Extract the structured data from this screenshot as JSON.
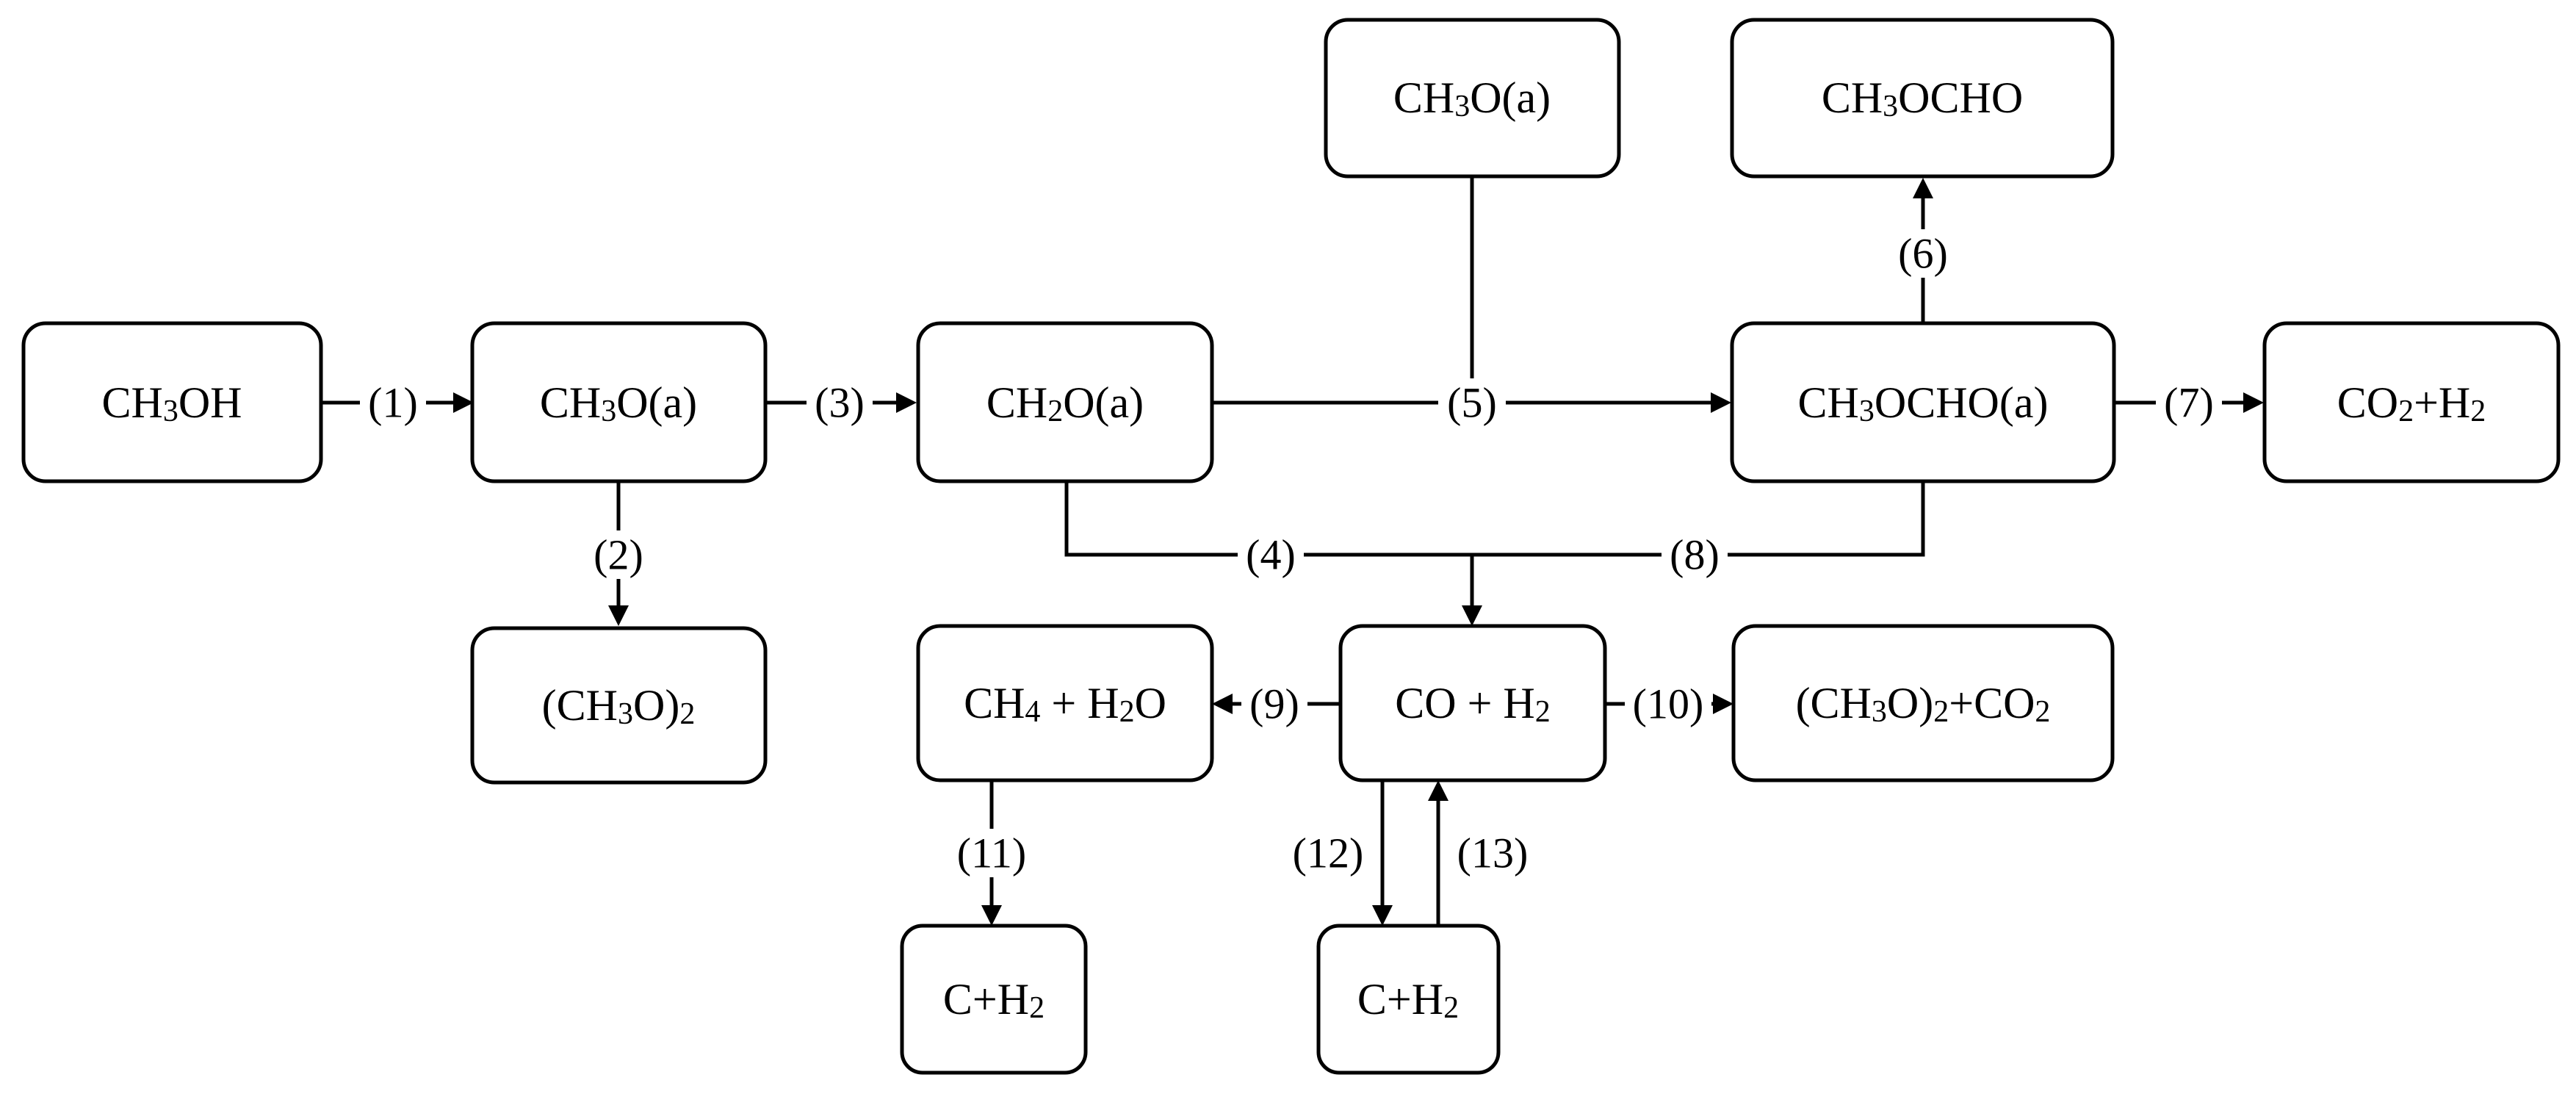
{
  "nodes": {
    "ch3oh": [
      {
        "t": "CH"
      },
      {
        "t": "3",
        "sub": true
      },
      {
        "t": "OH"
      }
    ],
    "ch3o_a_1": [
      {
        "t": "CH"
      },
      {
        "t": "3",
        "sub": true
      },
      {
        "t": "O(a)"
      }
    ],
    "ch3o2": [
      {
        "t": "(CH"
      },
      {
        "t": "3",
        "sub": true
      },
      {
        "t": "O)"
      },
      {
        "t": "2",
        "sub": true
      }
    ],
    "ch2o_a": [
      {
        "t": "CH"
      },
      {
        "t": "2",
        "sub": true
      },
      {
        "t": "O(a)"
      }
    ],
    "ch3o_a_2": [
      {
        "t": "CH"
      },
      {
        "t": "3",
        "sub": true
      },
      {
        "t": "O(a)"
      }
    ],
    "ch3ocho": [
      {
        "t": "CH"
      },
      {
        "t": "3",
        "sub": true
      },
      {
        "t": "OCHO"
      }
    ],
    "ch3ocho_a": [
      {
        "t": "CH"
      },
      {
        "t": "3",
        "sub": true
      },
      {
        "t": "OCHO(a)"
      }
    ],
    "co2_h2": [
      {
        "t": "CO"
      },
      {
        "t": "2",
        "sub": true
      },
      {
        "t": "+H"
      },
      {
        "t": "2",
        "sub": true
      }
    ],
    "ch4_h2o": [
      {
        "t": "CH"
      },
      {
        "t": "4",
        "sub": true
      },
      {
        "t": " + H"
      },
      {
        "t": "2",
        "sub": true
      },
      {
        "t": "O"
      }
    ],
    "co_h2": [
      {
        "t": "CO + H"
      },
      {
        "t": "2",
        "sub": true
      }
    ],
    "ch3o2_co2": [
      {
        "t": "(CH"
      },
      {
        "t": "3",
        "sub": true
      },
      {
        "t": "O)"
      },
      {
        "t": "2",
        "sub": true
      },
      {
        "t": "+CO"
      },
      {
        "t": "2",
        "sub": true
      }
    ],
    "c_h2_1": [
      {
        "t": "C+H"
      },
      {
        "t": "2",
        "sub": true
      }
    ],
    "c_h2_2": [
      {
        "t": "C+H"
      },
      {
        "t": "2",
        "sub": true
      }
    ]
  },
  "steps": {
    "s1": "(1)",
    "s2": "(2)",
    "s3": "(3)",
    "s4": "(4)",
    "s5": "(5)",
    "s6": "(6)",
    "s7": "(7)",
    "s8": "(8)",
    "s9": "(9)",
    "s10": "(10)",
    "s11": "(11)",
    "s12": "(12)",
    "s13": "(13)"
  }
}
